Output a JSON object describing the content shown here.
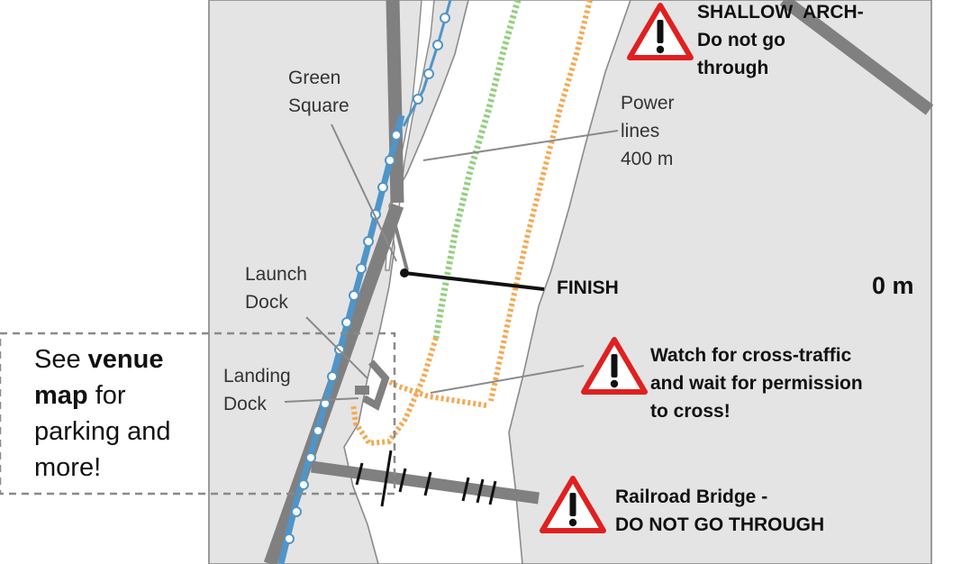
{
  "labels": {
    "green_square": "Green\nSquare",
    "power_lines": "Power\nlines\n400 m",
    "launch_dock": "Launch\nDock",
    "landing_dock": "Landing\nDock",
    "finish": "FINISH",
    "scale_zero": "0 m"
  },
  "warnings": {
    "shallow_arch": "SHALLOW  ARCH-\nDo not go\nthrough",
    "cross_traffic": "Watch for cross-traffic\nand wait for permission\nto cross!",
    "railroad_bridge": "Railroad Bridge -\nDO NOT GO THROUGH"
  },
  "venue_note": {
    "prefix": "See ",
    "bold_1": "venue",
    "bold_2": "map",
    "suffix_1": " for",
    "line_3": "parking and",
    "line_4": "more!"
  },
  "colors": {
    "land": "#e4e4e4",
    "water": "#ffffff",
    "road": "#808080",
    "bike_path": "#4f95c8",
    "lane_green": "#93cf7e",
    "lane_orange": "#f5a851",
    "warning_red": "#e02020",
    "dashed_box": "#8a8a8a"
  },
  "icons": [
    "warning-triangle-icon",
    "bicycle-icon"
  ]
}
